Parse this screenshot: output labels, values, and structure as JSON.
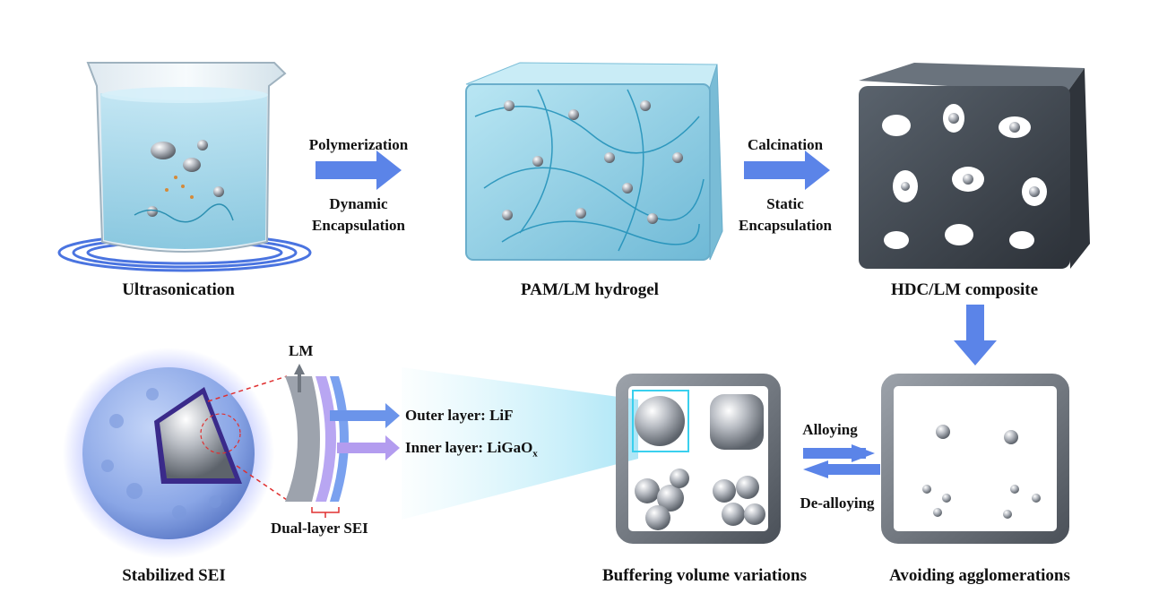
{
  "labels": {
    "ultrasonication": "Ultrasonication",
    "pam_hydrogel": "PAM/LM hydrogel",
    "hdc_composite": "HDC/LM composite",
    "stabilized_sei": "Stabilized SEI",
    "buffering": "Buffering volume variations",
    "avoiding": "Avoiding agglomerations"
  },
  "arrows": {
    "polymerization": "Polymerization",
    "dynamic_1": "Dynamic",
    "dynamic_2": "Encapsulation",
    "calcination": "Calcination",
    "static_1": "Static",
    "static_2": "Encapsulation",
    "alloying": "Alloying",
    "dealloying": "De-alloying"
  },
  "sei": {
    "lm": "LM",
    "outer": "Outer layer: LiF",
    "inner_prefix": "Inner layer: LiGaO",
    "inner_sub": "x",
    "dual": "Dual-layer SEI"
  },
  "colors": {
    "arrow": "#5b84e8",
    "liquid": "#a9d8ec",
    "hydrogel": "#8fd0e6",
    "carbon": "#3f4650",
    "metal": "#c9ccd2",
    "sphere": "#8aa6e6",
    "inner_layer": "#9a86e0",
    "outer_layer": "#6b94ea"
  }
}
